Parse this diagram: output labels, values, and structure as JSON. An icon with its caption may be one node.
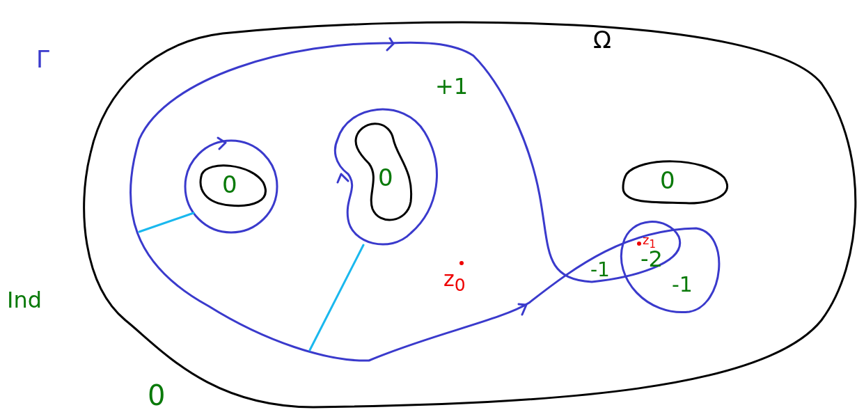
{
  "diagram": {
    "labels": [
      "Ω",
      "Γ",
      "+1",
      "0",
      "0",
      "0",
      "z$_{1}$",
      "-2",
      "-1",
      "z$_{0}$",
      "-1",
      "Ind",
      "0"
    ]
  }
}
